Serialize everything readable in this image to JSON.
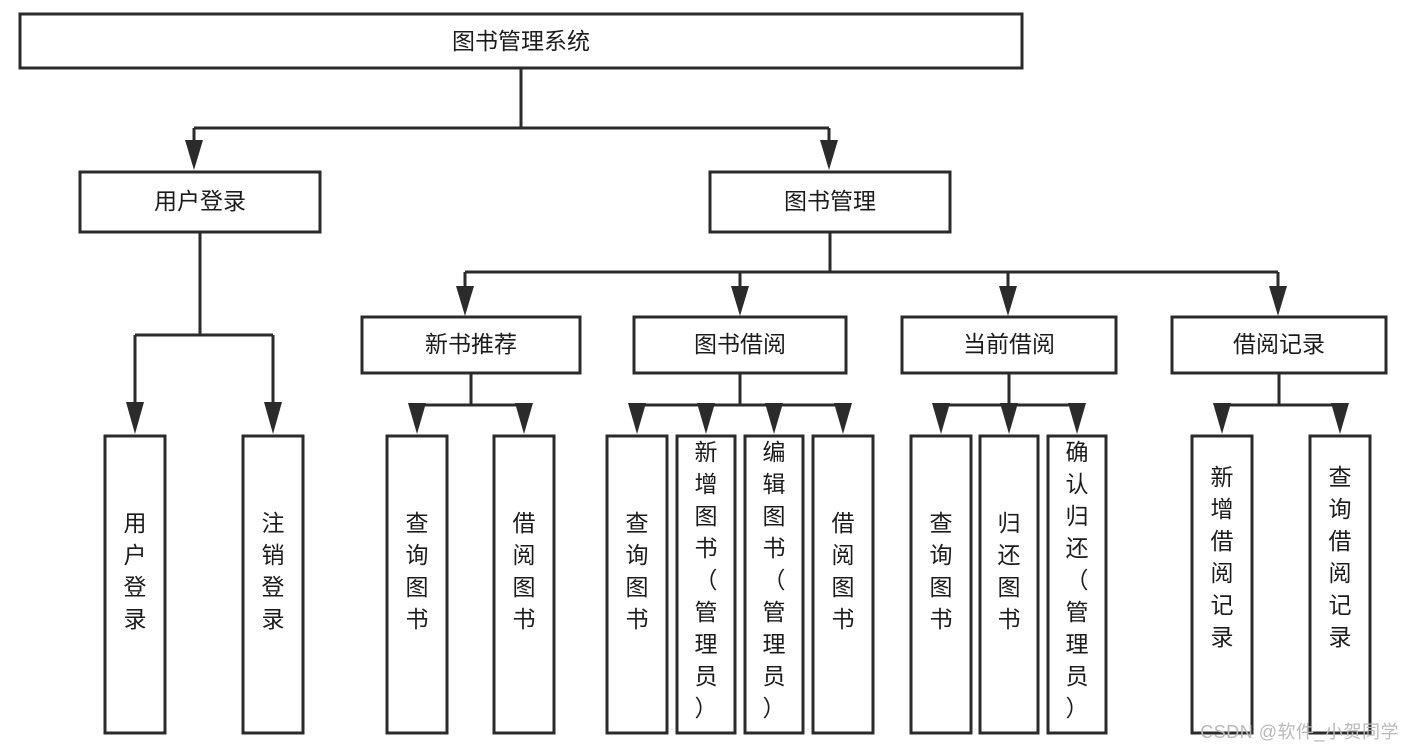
{
  "diagram": {
    "type": "tree-hierarchy",
    "title": "图书管理系统",
    "watermark": "CSDN @软件_小贺同学",
    "colors": {
      "box_stroke": "#2b2b2b",
      "box_fill": "#ffffff",
      "text": "#1c1c1c",
      "background": "#ffffff",
      "watermark": "#b9b9b9"
    },
    "root": {
      "id": "root",
      "label": "图书管理系统",
      "level": 0
    },
    "level1": [
      {
        "id": "user-login",
        "label": "用户登录"
      },
      {
        "id": "book-management",
        "label": "图书管理"
      }
    ],
    "level2": [
      {
        "id": "new-book-recommend",
        "label": "新书推荐",
        "parent": "book-management"
      },
      {
        "id": "book-borrow",
        "label": "图书借阅",
        "parent": "book-management"
      },
      {
        "id": "current-borrow",
        "label": "当前借阅",
        "parent": "book-management"
      },
      {
        "id": "borrow-record",
        "label": "借阅记录",
        "parent": "book-management"
      }
    ],
    "leaves": {
      "user-login": [
        {
          "id": "leaf-user-login",
          "label": "用户登录"
        },
        {
          "id": "leaf-logout-login",
          "label": "注销登录"
        }
      ],
      "new-book-recommend": [
        {
          "id": "leaf-query-book-1",
          "label": "查询图书"
        },
        {
          "id": "leaf-borrow-book-1",
          "label": "借阅图书"
        }
      ],
      "book-borrow": [
        {
          "id": "leaf-query-book-2",
          "label": "查询图书"
        },
        {
          "id": "leaf-add-book",
          "label": "新增图书（管理员）"
        },
        {
          "id": "leaf-edit-book",
          "label": "编辑图书（管理员）"
        },
        {
          "id": "leaf-borrow-book-2",
          "label": "借阅图书"
        }
      ],
      "current-borrow": [
        {
          "id": "leaf-query-book-3",
          "label": "查询图书"
        },
        {
          "id": "leaf-return-book",
          "label": "归还图书"
        },
        {
          "id": "leaf-confirm-return",
          "label": "确认归还（管理员）"
        }
      ],
      "borrow-record": [
        {
          "id": "leaf-add-record",
          "label": "新增借阅记录"
        },
        {
          "id": "leaf-query-record",
          "label": "查询借阅记录"
        }
      ]
    }
  }
}
